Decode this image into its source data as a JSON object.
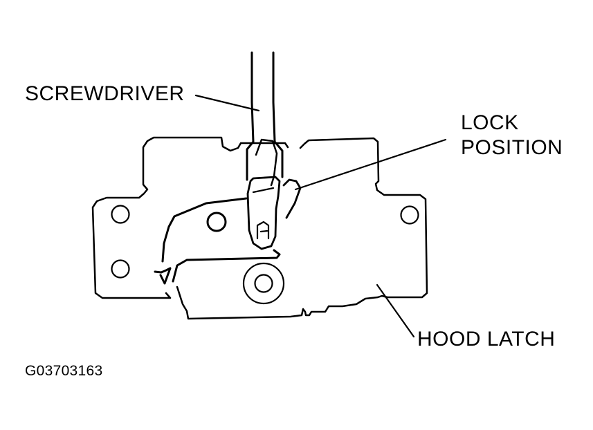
{
  "labels": {
    "screwdriver": "SCREWDRIVER",
    "lock_position_line1": "LOCK",
    "lock_position_line2": "POSITION",
    "hood_latch": "HOOD LATCH",
    "figure_code": "G03703163"
  },
  "colors": {
    "ink": "#000000",
    "background": "#ffffff"
  }
}
